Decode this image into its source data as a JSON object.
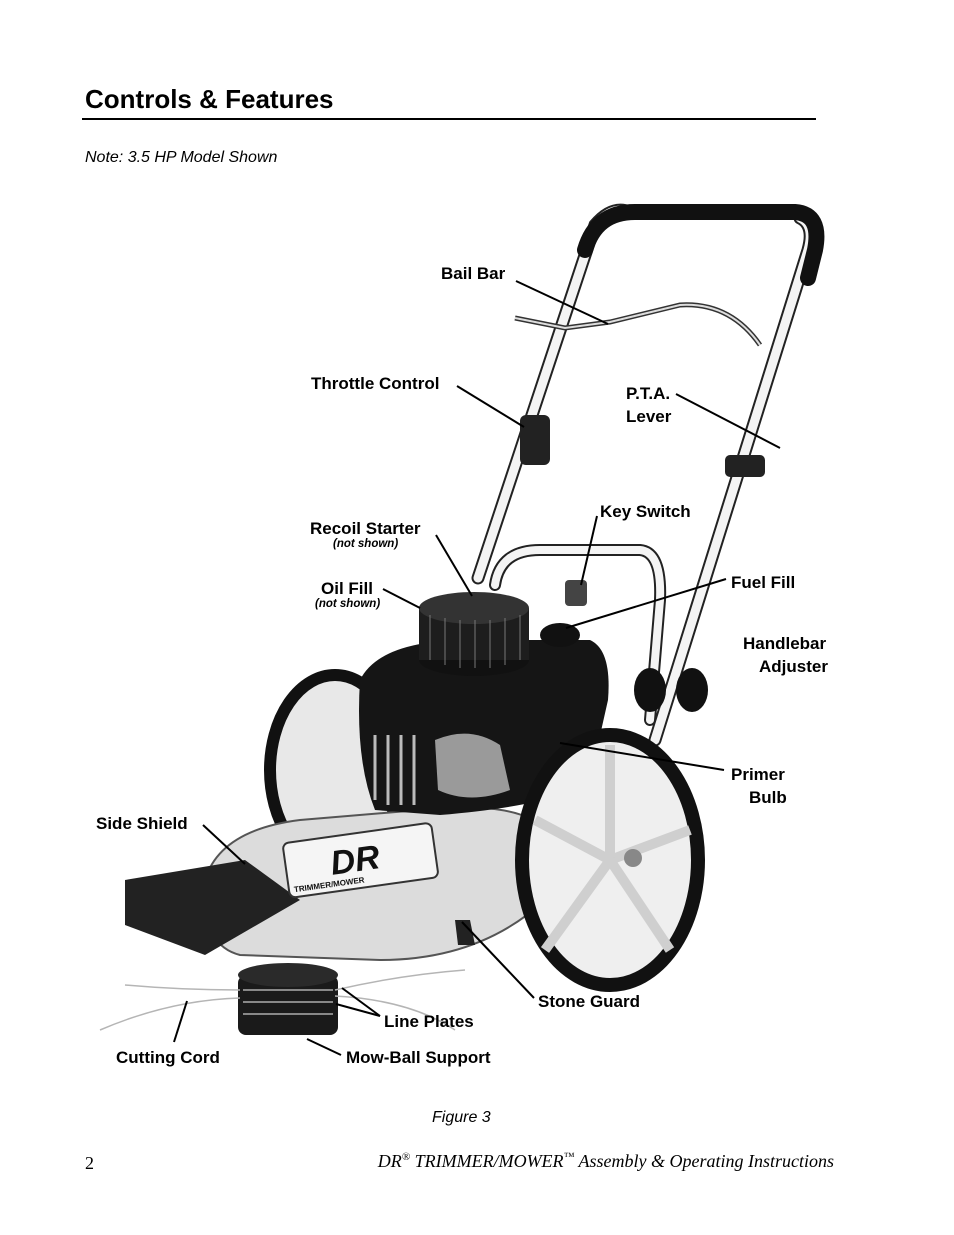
{
  "header": {
    "title": "Controls & Features",
    "note": "Note: 3.5 HP Model Shown"
  },
  "figure": {
    "callouts": {
      "bail_bar": "Bail Bar",
      "throttle_control": "Throttle Control",
      "pta_lever_1": "P.T.A.",
      "pta_lever_2": "Lever",
      "key_switch": "Key Switch",
      "recoil_starter": "Recoil Starter",
      "recoil_starter_note": "(not shown)",
      "oil_fill": "Oil Fill",
      "oil_fill_note": "(not shown)",
      "fuel_fill": "Fuel Fill",
      "handlebar_adjuster_1": "Handlebar",
      "handlebar_adjuster_2": "Adjuster",
      "primer_bulb_1": "Primer",
      "primer_bulb_2": "Bulb",
      "side_shield": "Side Shield",
      "stone_guard": "Stone Guard",
      "line_plates": "Line Plates",
      "cutting_cord": "Cutting Cord",
      "mow_ball_support": "Mow-Ball Support"
    },
    "logo_text": "DR",
    "logo_subtext": "TRIMMER/MOWER",
    "caption": "Figure 3"
  },
  "footer": {
    "page_number": "2",
    "brand": "DR",
    "reg_mark": "®",
    "product": " TRIMMER/MOWER",
    "tm_mark": "™",
    "doc_title": " Assembly & Operating Instructions"
  }
}
